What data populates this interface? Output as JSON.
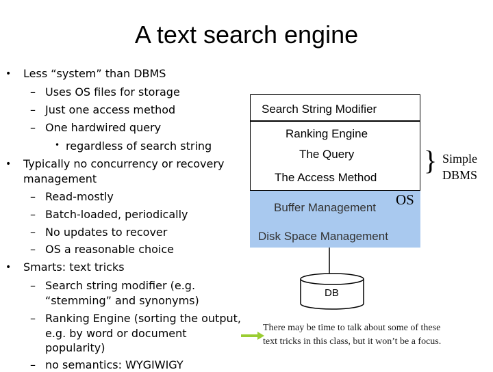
{
  "slide": {
    "title": "A text search engine"
  },
  "bullets": [
    {
      "level": 1,
      "text": "Less “system” than DBMS"
    },
    {
      "level": 2,
      "text": "Uses OS files for storage"
    },
    {
      "level": 2,
      "text": "Just one access method"
    },
    {
      "level": 2,
      "text": "One hardwired query"
    },
    {
      "level": 3,
      "text": "regardless of search string"
    },
    {
      "level": 1,
      "text": "Typically no concurrency or recovery"
    },
    {
      "level": 0,
      "text": "management"
    },
    {
      "level": 2,
      "text": "Read-mostly"
    },
    {
      "level": 2,
      "text": "Batch-loaded, periodically"
    },
    {
      "level": 2,
      "text": "No updates to recover"
    },
    {
      "level": 2,
      "text": "OS a reasonable choice"
    },
    {
      "level": 1,
      "text": "Smarts: text tricks"
    },
    {
      "level": 2,
      "text": "Search string modifier (e.g."
    },
    {
      "level": 0,
      "text": "“stemming” and synonyms)"
    },
    {
      "level": 2,
      "text": "Ranking Engine (sorting the output,"
    },
    {
      "level": 0,
      "text": "e.g. by word or document"
    },
    {
      "level": 0,
      "text": "popularity)"
    },
    {
      "level": 2,
      "text": "no semantics: WYGIWIGY"
    }
  ],
  "diagram": {
    "search_string_modifier": "Search String Modifier",
    "ranking_engine": "Ranking Engine",
    "the_query": "The Query",
    "the_access_method": "The Access Method",
    "buffer_management": "Buffer Management",
    "os_label": "OS",
    "disk_space_management": "Disk Space Management",
    "simple_dbms_line1": "Simple",
    "simple_dbms_line2": "DBMS",
    "brace": "}",
    "db_label": "DB"
  },
  "note": {
    "line1": "There may be time to talk about some of these",
    "line2": "text tricks in this class, but it won’t be a focus."
  },
  "colors": {
    "buffer_fill": "#a9c9ef",
    "arrow": "#9acd32"
  }
}
